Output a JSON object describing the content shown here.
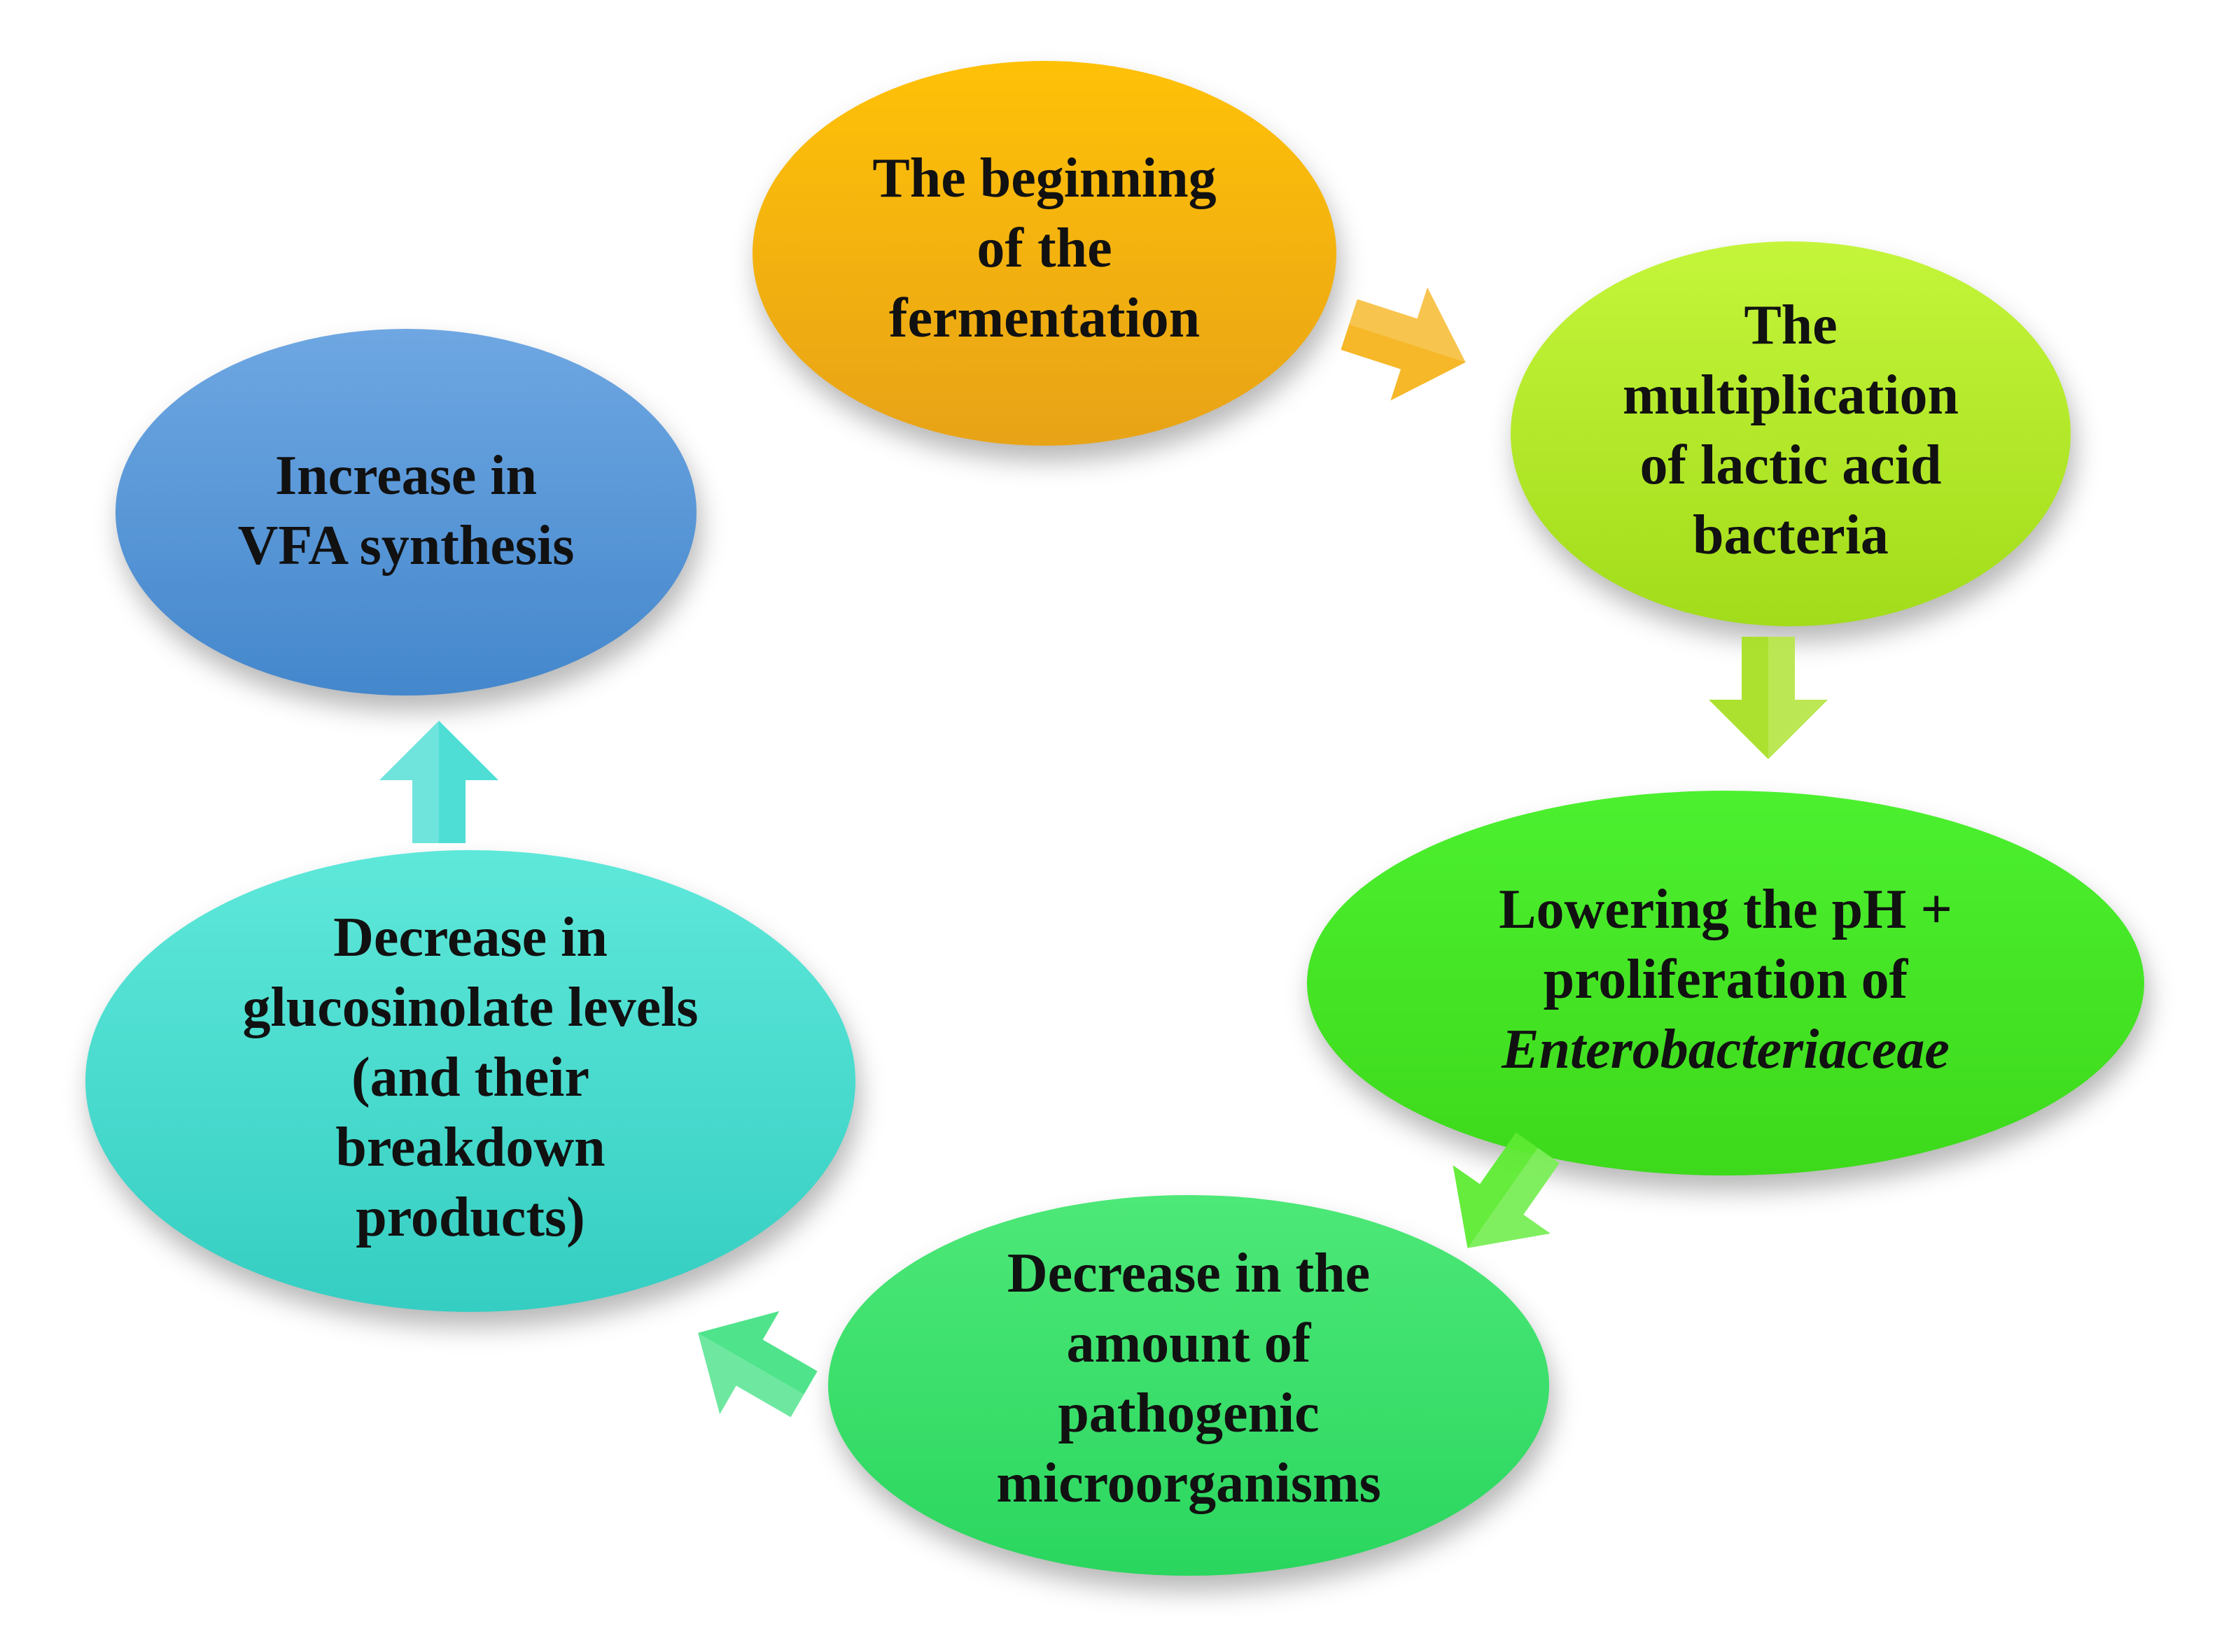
{
  "nodes": [
    {
      "id": "fermentation-start",
      "lines": [
        "The beginning",
        "of the",
        "fermentation"
      ],
      "italic_lines": [],
      "color_top": "#FFC107",
      "color_bottom": "#E8A317"
    },
    {
      "id": "lactic-acid-bacteria",
      "lines": [
        "The",
        "multiplication",
        "of lactic acid",
        "bacteria"
      ],
      "italic_lines": [],
      "color_top": "#C4F53A",
      "color_bottom": "#A2DC1A"
    },
    {
      "id": "lowering-ph",
      "lines": [
        "Lowering the pH +",
        "proliferation of",
        "Enterobacteriaceae"
      ],
      "italic_lines": [
        2
      ],
      "color_top": "#4CF02F",
      "color_bottom": "#3DD91B"
    },
    {
      "id": "pathogen-decrease",
      "lines": [
        "Decrease in the",
        "amount of",
        "pathogenic",
        "microorganisms"
      ],
      "italic_lines": [],
      "color_top": "#4DE878",
      "color_bottom": "#2AD65E"
    },
    {
      "id": "glucosinolate-decrease",
      "lines": [
        "Decrease in",
        "glucosinolate levels",
        "(and their",
        "breakdown",
        "products)"
      ],
      "italic_lines": [],
      "color_top": "#5EE8DA",
      "color_bottom": "#35CEC2"
    },
    {
      "id": "vfa-increase",
      "lines": [
        "Increase in",
        "VFA synthesis"
      ],
      "italic_lines": [],
      "color_top": "#6EA7E2",
      "color_bottom": "#4487CC"
    }
  ],
  "arrows": [
    {
      "from": "fermentation-start",
      "to": "lactic-acid-bacteria",
      "color": "#F5B41C"
    },
    {
      "from": "lactic-acid-bacteria",
      "to": "lowering-ph",
      "color": "#A8E024"
    },
    {
      "from": "lowering-ph",
      "to": "pathogen-decrease",
      "color": "#5DEB32"
    },
    {
      "from": "pathogen-decrease",
      "to": "glucosinolate-decrease",
      "color": "#46E285"
    },
    {
      "from": "glucosinolate-decrease",
      "to": "vfa-increase",
      "color": "#46DCD3"
    }
  ]
}
